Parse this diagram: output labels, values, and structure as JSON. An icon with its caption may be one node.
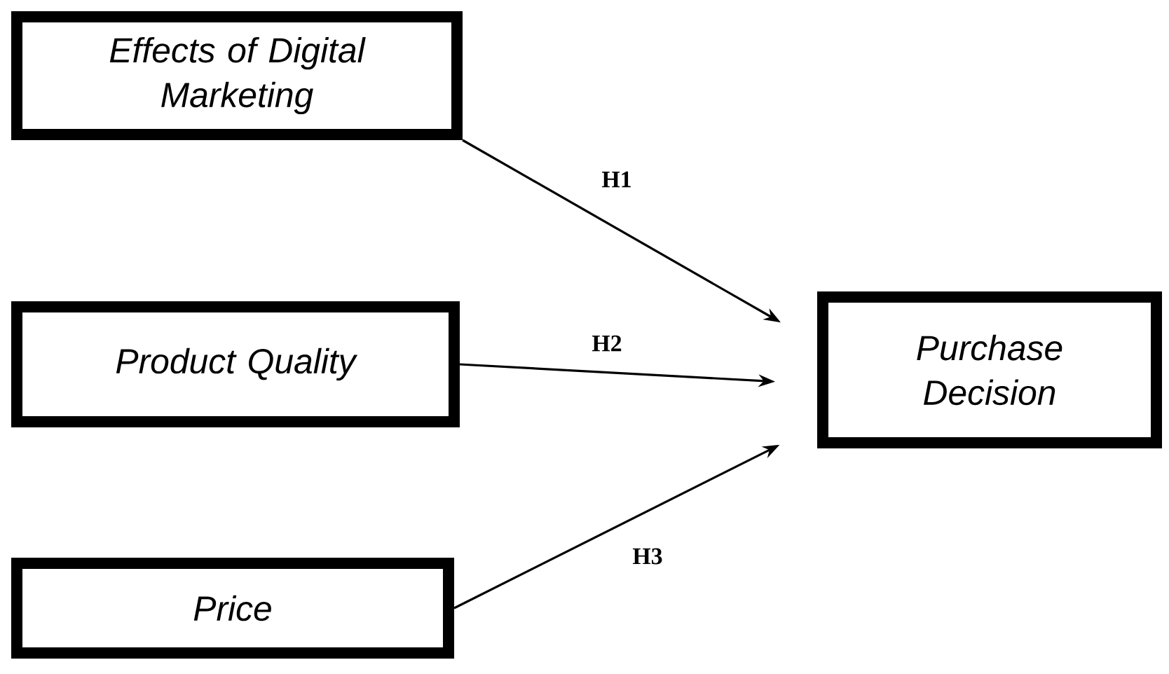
{
  "diagram": {
    "nodes": [
      {
        "text": [
          "Effects of Digital Marketing"
        ]
      },
      {
        "text": [
          "Product Quality"
        ]
      },
      {
        "text": [
          "Price"
        ]
      },
      {
        "text": [
          "Purchase Decision"
        ]
      }
    ],
    "edges": [
      {
        "from": 0,
        "to": 3,
        "arrow": "to",
        "label": "H1"
      },
      {
        "from": 1,
        "to": 3,
        "arrow": "to",
        "label": "H2"
      },
      {
        "from": 2,
        "to": 3,
        "arrow": "to",
        "label": "H3"
      }
    ]
  }
}
